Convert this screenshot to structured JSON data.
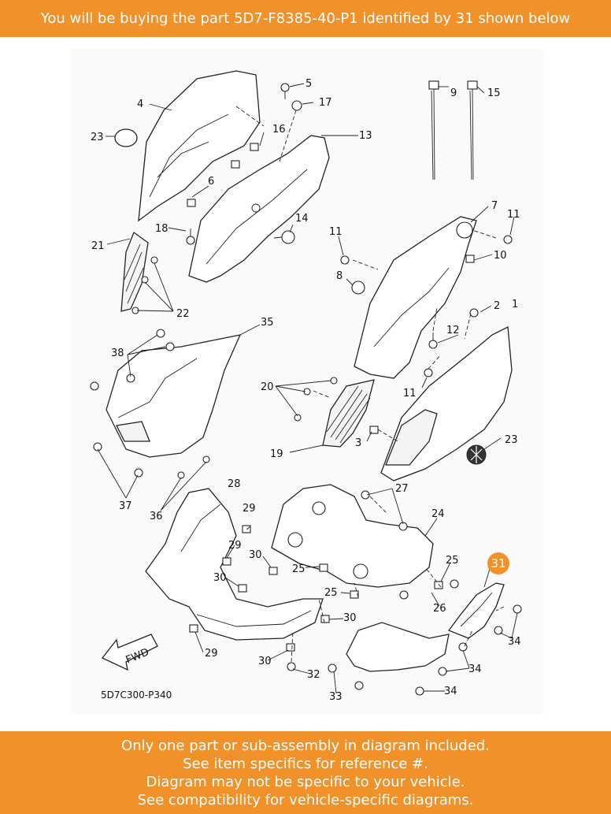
{
  "header": {
    "text": "You will be buying the part 5D7-F8385-40-P1 identified by 31 shown below",
    "color": "#f0912a"
  },
  "diagram": {
    "code": "5D7C300-P340",
    "fwd_label": "FWD",
    "highlight_ref": "31",
    "highlight_color": "#f0912a",
    "callouts": [
      "1",
      "2",
      "3",
      "4",
      "5",
      "6",
      "7",
      "8",
      "9",
      "10",
      "11",
      "11",
      "11",
      "12",
      "13",
      "14",
      "15",
      "16",
      "17",
      "18",
      "19",
      "20",
      "21",
      "22",
      "23",
      "23",
      "24",
      "25",
      "25",
      "25",
      "26",
      "27",
      "28",
      "29",
      "29",
      "29",
      "30",
      "30",
      "30",
      "30",
      "31",
      "32",
      "33",
      "34",
      "34",
      "34",
      "35",
      "36",
      "37",
      "38"
    ]
  },
  "footer": {
    "lines": [
      "Only one part or sub-assembly in diagram included.",
      "See item specifics for reference #.",
      "Diagram may not be specific to your vehicle.",
      "See compatibility for vehicle-specific diagrams."
    ]
  }
}
